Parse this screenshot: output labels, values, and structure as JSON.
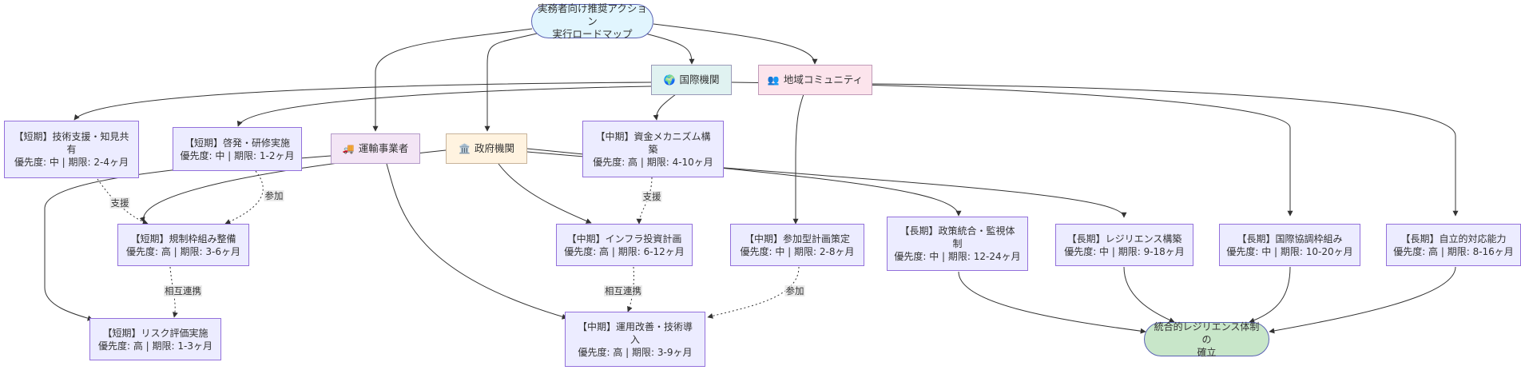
{
  "root": {
    "line1": "実務者向け推奨アクション",
    "line2": "実行ロードマップ"
  },
  "actors": {
    "intl": {
      "icon": "🌍",
      "icon_name": "globe-icon",
      "label": "国際機関"
    },
    "community": {
      "icon": "👥",
      "icon_name": "people-icon",
      "label": "地域コミュニティ"
    },
    "transport": {
      "icon": "🚚",
      "icon_name": "truck-icon",
      "label": "運輸事業者"
    },
    "gov": {
      "icon": "🏛️",
      "icon_name": "government-building-icon",
      "label": "政府機関"
    }
  },
  "tasks": {
    "tech_support": {
      "l1": "【短期】技術支援・知見共",
      "l2": "有",
      "l3": "優先度: 中 | 期限: 2-4ヶ月"
    },
    "training": {
      "l1": "【短期】啓発・研修実施",
      "l2": "優先度: 中 | 期限: 1-2ヶ月"
    },
    "funding": {
      "l1": "【中期】資金メカニズム構",
      "l2": "築",
      "l3": "優先度: 高 | 期限: 4-10ヶ月"
    },
    "regulation": {
      "l1": "【短期】規制枠組み整備",
      "l2": "優先度: 高 | 期限: 3-6ヶ月"
    },
    "infra": {
      "l1": "【中期】インフラ投資計画",
      "l2": "優先度: 高 | 期限: 6-12ヶ月"
    },
    "participatory": {
      "l1": "【中期】参加型計画策定",
      "l2": "優先度: 中 | 期限: 2-8ヶ月"
    },
    "policy": {
      "l1": "【長期】政策統合・監視体",
      "l2": "制",
      "l3": "優先度: 中 | 期限: 12-24ヶ月"
    },
    "resilience": {
      "l1": "【長期】レジリエンス構築",
      "l2": "優先度: 中 | 期限: 9-18ヶ月"
    },
    "intl_coop": {
      "l1": "【長期】国際協調枠組み",
      "l2": "優先度: 中 | 期限: 10-20ヶ月"
    },
    "self_response": {
      "l1": "【長期】自立的対応能力",
      "l2": "優先度: 高 | 期限: 8-16ヶ月"
    },
    "risk": {
      "l1": "【短期】リスク評価実施",
      "l2": "優先度: 高 | 期限: 1-3ヶ月"
    },
    "ops": {
      "l1": "【中期】運用改善・技術導",
      "l2": "入",
      "l3": "優先度: 高 | 期限: 3-9ヶ月"
    }
  },
  "goal": {
    "line1": "統合的レジリエンス体制の",
    "line2": "確立"
  },
  "edge_labels": {
    "support1": "支援",
    "participate1": "参加",
    "support2": "支援",
    "mutual1": "相互連携",
    "mutual2": "相互連携",
    "participate2": "参加"
  },
  "colors": {
    "task_fill": "#ececff",
    "task_border": "#9370db",
    "root_fill": "#e1f5fe",
    "goal_fill": "#c8e6c9",
    "intl_fill": "#e0f2f1",
    "community_fill": "#fce4ec",
    "transport_fill": "#f3e5f5",
    "gov_fill": "#fff3e0"
  }
}
